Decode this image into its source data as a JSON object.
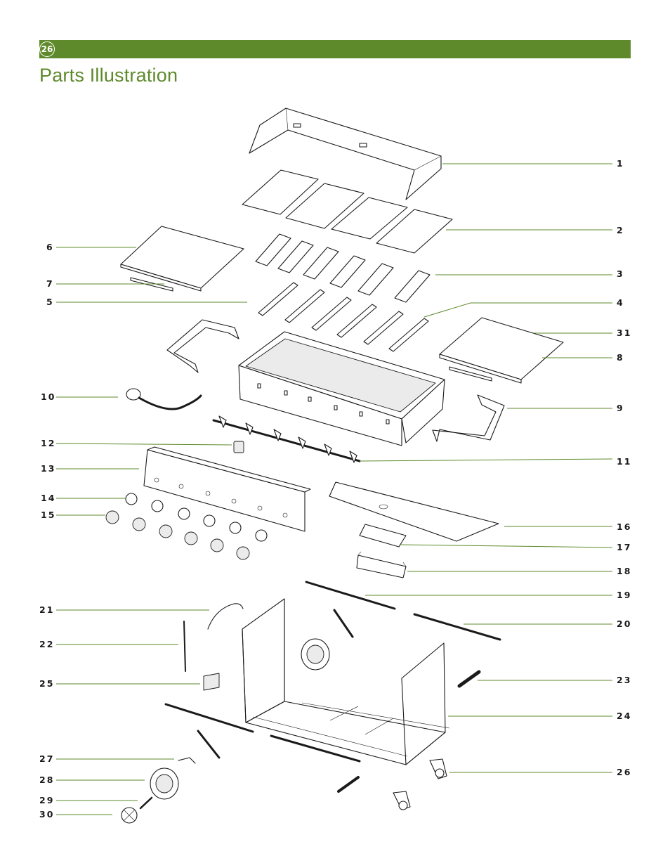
{
  "header": {
    "page_number": "26",
    "title": "Parts Illustration"
  },
  "colors": {
    "accent": "#5e8a2b",
    "text": "#1a1a1a",
    "background": "#ffffff"
  },
  "parts": [
    {
      "label": "1"
    },
    {
      "label": "2"
    },
    {
      "label": "6"
    },
    {
      "label": "3"
    },
    {
      "label": "7"
    },
    {
      "label": "5"
    },
    {
      "label": "4"
    },
    {
      "label": "31"
    },
    {
      "label": "8"
    },
    {
      "label": "10"
    },
    {
      "label": "9"
    },
    {
      "label": "12"
    },
    {
      "label": "11"
    },
    {
      "label": "13"
    },
    {
      "label": "14"
    },
    {
      "label": "16"
    },
    {
      "label": "15"
    },
    {
      "label": "17"
    },
    {
      "label": "18"
    },
    {
      "label": "19"
    },
    {
      "label": "21"
    },
    {
      "label": "20"
    },
    {
      "label": "22"
    },
    {
      "label": "23"
    },
    {
      "label": "25"
    },
    {
      "label": "24"
    },
    {
      "label": "27"
    },
    {
      "label": "26"
    },
    {
      "label": "28"
    },
    {
      "label": "29"
    },
    {
      "label": "30"
    }
  ]
}
